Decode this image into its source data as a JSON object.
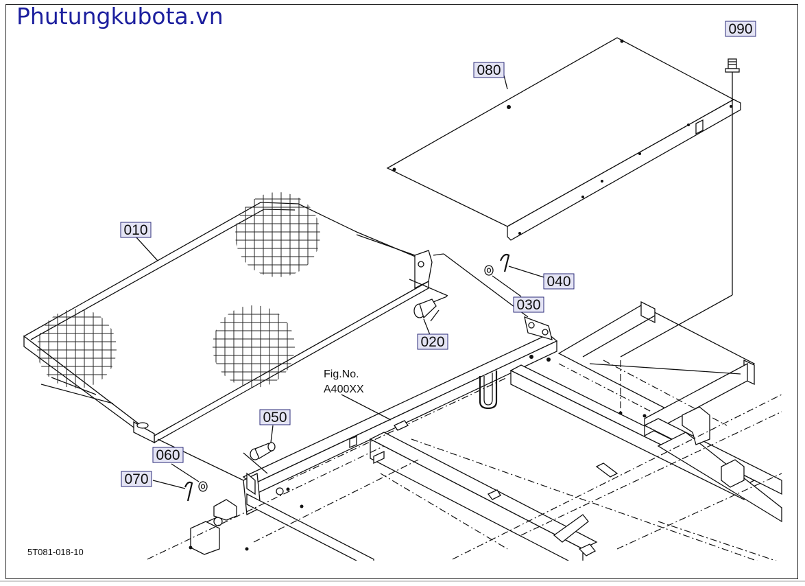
{
  "watermark": "Phutungkubota.vn",
  "drawing_code": "5T081-018-10",
  "figure_reference": {
    "line1": "Fig.No.",
    "line2": "A400XX"
  },
  "callouts": {
    "c010": "010",
    "c020": "020",
    "c030": "030",
    "c040": "040",
    "c050": "050",
    "c060": "060",
    "c070": "070",
    "c080": "080",
    "c090": "090"
  },
  "colors": {
    "watermark": "#1c1f9e",
    "callout_fill": "#e4e4f4",
    "line": "#111111"
  }
}
